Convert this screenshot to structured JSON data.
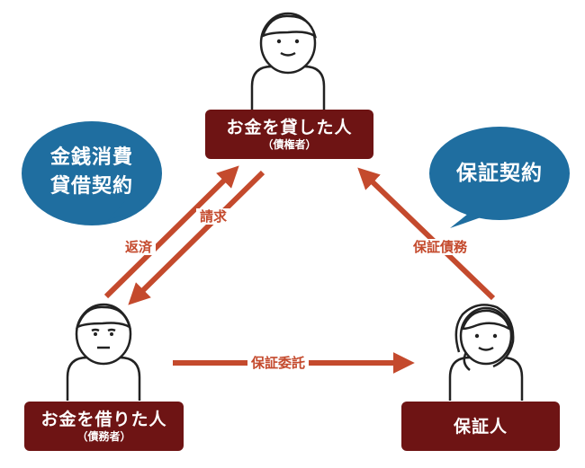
{
  "parties": {
    "lender": {
      "title": "お金を貸した人",
      "sub": "（債権者）"
    },
    "borrower": {
      "title": "お金を借りた人",
      "sub": "（債務者）"
    },
    "guarantor": {
      "title": "保証人"
    }
  },
  "bubbles": {
    "loan_contract": {
      "line1": "金銭消費",
      "line2": "貸借契約"
    },
    "guarantee_contract": {
      "text": "保証契約"
    }
  },
  "arrows": {
    "repayment": "返済",
    "claim": "請求",
    "guarantee_obligation": "保証債務",
    "guarantee_entrustment": "保証委託"
  },
  "colors": {
    "box": "#6e1414",
    "bubble": "#1f6ea0",
    "arrow": "#c44a2d",
    "figure_stroke": "#222222"
  },
  "icons": [
    "person-man-icon",
    "person-woman-icon"
  ]
}
